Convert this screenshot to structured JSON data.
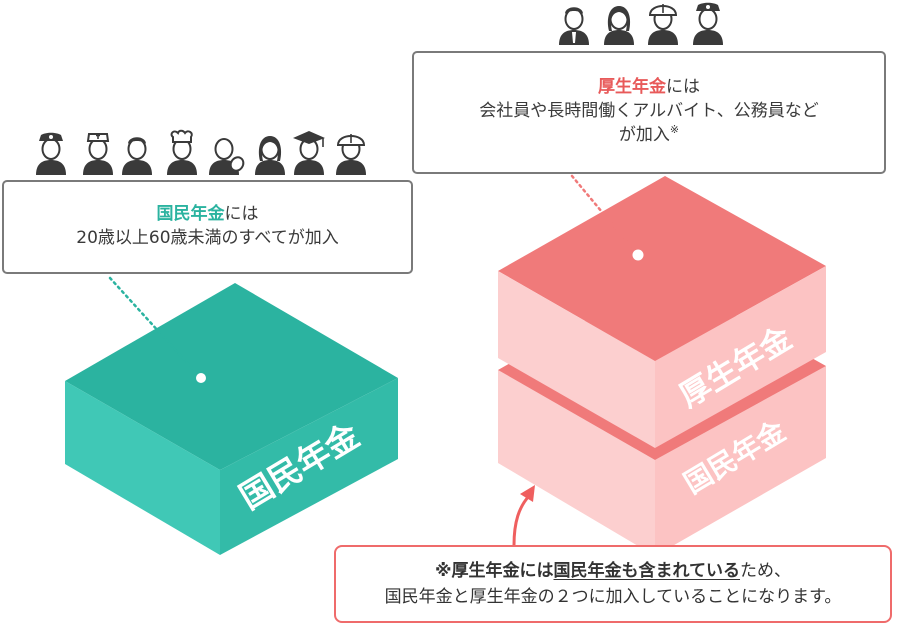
{
  "colors": {
    "teal": "#2bb3a0",
    "teal_side": "#40c8b6",
    "teal_front": "#37bda9",
    "pink_top": "#f07a7a",
    "pink_side": "#fbc8c8",
    "pink_front": "#fccfcf",
    "accent_red": "#e85a5a",
    "border_gray": "#7a7a7a"
  },
  "kokumin_callout": {
    "highlight": "国民年金",
    "suffix": "には",
    "line2": "20歳以上60歳未満のすべてが加入"
  },
  "kosei_callout": {
    "highlight": "厚生年金",
    "suffix": "には",
    "line2": "会社員や長時間働くアルバイト、公務員など",
    "line3": "が加入",
    "mark": "※"
  },
  "blocks": {
    "kokumin_teal_label": "国民年金",
    "kosei_top_label": "厚生年金",
    "kokumin_pink_label": "国民年金"
  },
  "note": {
    "mark": "※",
    "subject": "厚生年金には",
    "object": "国民年金も含まれている",
    "tail": "ため、",
    "line2": "国民年金と厚生年金の２つに加入していることになります。"
  },
  "icons": {
    "left_group": [
      "police-officer-icon",
      "nurse-icon",
      "man-icon",
      "chef-icon",
      "tennis-player-icon",
      "woman-icon",
      "graduate-icon",
      "firefighter-icon"
    ],
    "right_group": [
      "businessman-icon",
      "businesswoman-icon",
      "firefighter-icon",
      "police-officer-icon"
    ]
  }
}
